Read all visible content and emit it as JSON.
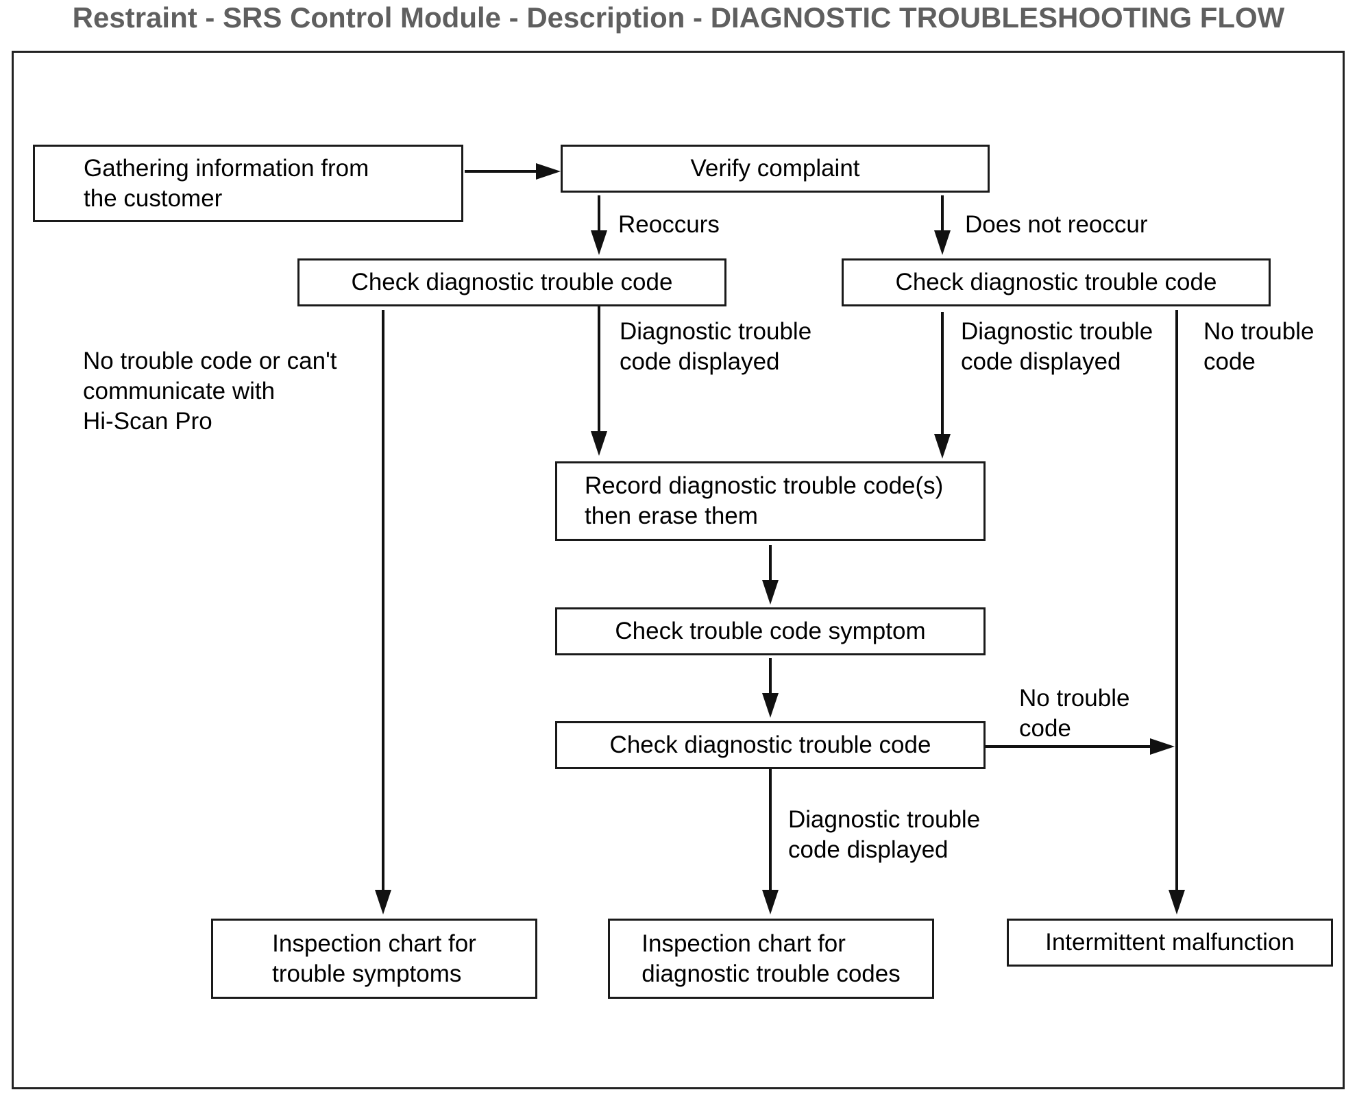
{
  "page_title": "Restraint - SRS Control Module - Description - DIAGNOSTIC TROUBLESHOOTING FLOW",
  "boxes": {
    "gather": "Gathering information from\nthe customer",
    "verify": "Verify complaint",
    "check_left": "Check diagnostic trouble code",
    "check_right": "Check diagnostic trouble code",
    "record": "Record diagnostic trouble code(s)\nthen erase them",
    "symptom": "Check trouble code symptom",
    "check_mid": "Check diagnostic trouble code",
    "insp_symptoms": "Inspection chart for\ntrouble symptoms",
    "insp_codes": "Inspection chart for\ndiagnostic trouble codes",
    "intermittent": "Intermittent malfunction"
  },
  "labels": {
    "reoccurs": "Reoccurs",
    "not_reoccur": "Does not reoccur",
    "no_code_comm": "No trouble code or can't\ncommunicate with\nHi-Scan Pro",
    "dtc_displayed_1": "Diagnostic trouble\ncode displayed",
    "dtc_displayed_2": "Diagnostic trouble\ncode displayed",
    "no_code_1": "No trouble\ncode",
    "no_code_2": "No trouble\ncode",
    "dtc_displayed_3": "Diagnostic trouble\ncode displayed"
  }
}
